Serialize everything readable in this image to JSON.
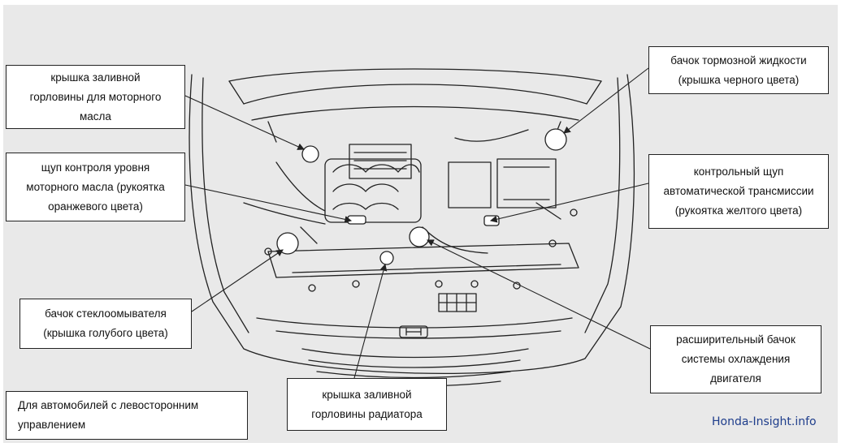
{
  "callouts": {
    "oil_filler_cap": "крышка заливной\nгорловины для моторного\nмасла",
    "oil_dipstick": "щуп контроля уровня\nмоторного масла (рукоятка\nоранжевого цвета)",
    "washer_reservoir": "бачок стеклоомывателя\n(крышка голубого цвета)",
    "lhd_note": "Для автомобилей с левосторонним\nуправлением",
    "radiator_cap": "крышка заливной\nгорловины радиатора",
    "brake_fluid_reservoir": "бачок тормозной жидкости\n(крышка черного цвета)",
    "atf_dipstick": "контрольный щуп\nавтоматической трансмиссии\n(рукоятка желтого цвета)",
    "coolant_reservoir": "расширительный бачок\nсистемы охлаждения\nдвигателя"
  },
  "watermark": "Honda-Insight.info",
  "colors": {
    "panel": "#e9e9e9",
    "line": "#222222",
    "watermark": "#1f3e8c"
  }
}
